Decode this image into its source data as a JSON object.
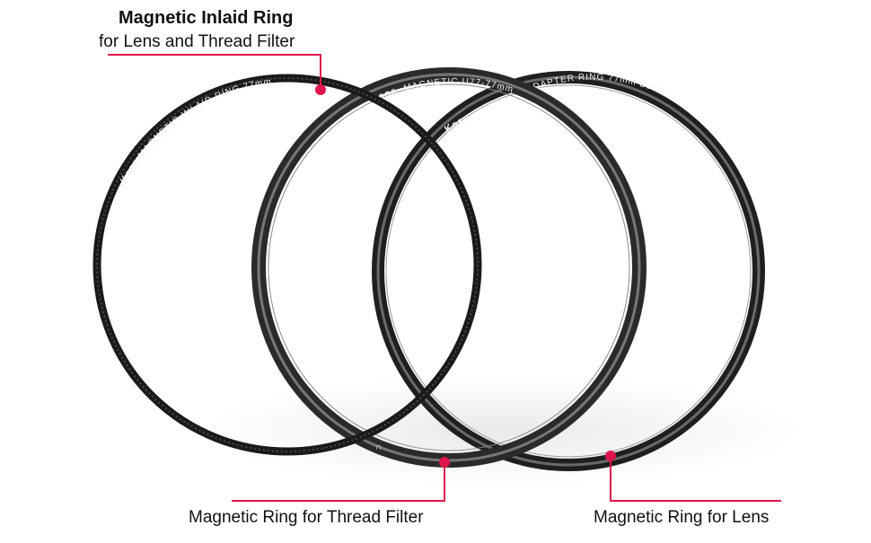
{
  "callouts": {
    "inlaid_title": "Magnetic Inlaid Ring",
    "inlaid_subtitle": "for Lens  and Thread Filter",
    "thread_filter": "Magnetic Ring for Thread Filter",
    "lens": "Magnetic Ring for Lens"
  },
  "ring_text": {
    "inlaid_brand": "Kase",
    "inlaid_words": "MAGNETIC   INLAID RING     77mm",
    "thread_brand": "Kase",
    "thread_words": "MAGNETIC   U77-77mm",
    "lens_brand": "Kase",
    "lens_words": "MAGN",
    "lens_words_b": "DAPTER  RING  77mm  BJG02"
  },
  "colors": {
    "accent": "#e0144c",
    "ring_dark": "#2b2b2b",
    "ring_mid": "#4a4a4a",
    "label_text": "#111111"
  }
}
